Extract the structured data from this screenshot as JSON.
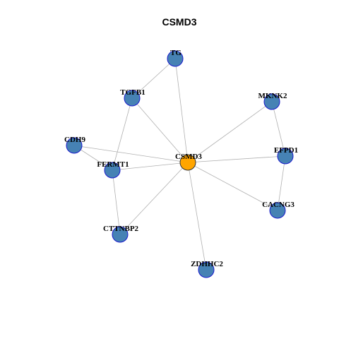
{
  "title": "CSMD3",
  "colors": {
    "hub": "#FFA500",
    "node": "#4682B4",
    "node_border": "#1A1ACC",
    "hub_border": "#333333",
    "edge": "#B0B0B0"
  },
  "nodes": [
    {
      "id": "CSMD3",
      "label": "CSMD3",
      "hub": true
    },
    {
      "id": "TG",
      "label": "TG"
    },
    {
      "id": "TGFB1",
      "label": "TGFB1"
    },
    {
      "id": "MKNK2",
      "label": "MKNK2"
    },
    {
      "id": "CDH9",
      "label": "CDH9"
    },
    {
      "id": "FERMT1",
      "label": "FERMT1"
    },
    {
      "id": "EFPD1",
      "label": "EFPD1"
    },
    {
      "id": "CACNG3",
      "label": "CACNG3"
    },
    {
      "id": "CTTNBP2",
      "label": "CTTNBP2"
    },
    {
      "id": "ZDHHC2",
      "label": "ZDHHC2"
    }
  ],
  "edges": [
    [
      "CSMD3",
      "TG"
    ],
    [
      "CSMD3",
      "TGFB1"
    ],
    [
      "CSMD3",
      "MKNK2"
    ],
    [
      "CSMD3",
      "CDH9"
    ],
    [
      "CSMD3",
      "FERMT1"
    ],
    [
      "CSMD3",
      "EFPD1"
    ],
    [
      "CSMD3",
      "CACNG3"
    ],
    [
      "CSMD3",
      "CTTNBP2"
    ],
    [
      "CSMD3",
      "ZDHHC2"
    ],
    [
      "TG",
      "TGFB1"
    ],
    [
      "TGFB1",
      "FERMT1"
    ],
    [
      "CDH9",
      "FERMT1"
    ],
    [
      "FERMT1",
      "CTTNBP2"
    ],
    [
      "MKNK2",
      "EFPD1"
    ],
    [
      "EFPD1",
      "CACNG3"
    ]
  ]
}
